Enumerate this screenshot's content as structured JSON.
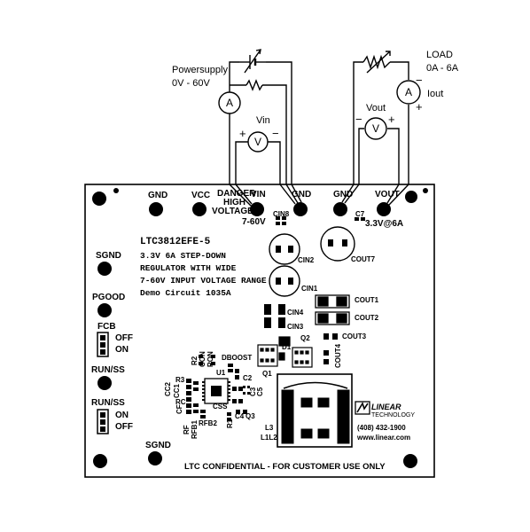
{
  "bench": {
    "powersupply_label": "Powersupply",
    "powersupply_range": "0V  -  60V",
    "load_label": "LOAD",
    "load_range": "0A  -  6A",
    "iout_label": "Iout",
    "vin_label": "Vin",
    "vout_label": "Vout",
    "ammeter_symbol": "A",
    "voltmeter_symbol": "V",
    "plus": "+",
    "minus": "−"
  },
  "board": {
    "terminals": {
      "gnd_top_left": "GND",
      "vcc": "VCC",
      "danger_line1": "DANGER",
      "danger_line2": "HIGH",
      "danger_line3": "VOLTAGE",
      "vin": "VIN",
      "vin_range": "7-60V",
      "gnd_mid": "GND",
      "gnd_right": "GND",
      "vout": "VOUT",
      "vout_rating": "3.3V@6A",
      "sgnd_top": "SGND",
      "pgood": "PGOOD",
      "fcb": "FCB",
      "fcb_off": "OFF",
      "fcb_on": "ON",
      "run_ss_1": "RUN/SS",
      "run_ss_2": "RUN/SS",
      "run_on": "ON",
      "run_off": "OFF",
      "sgnd_bottom": "SGND"
    },
    "title": {
      "part": "LTC3812EFE-5",
      "line1": "3.3V 6A STEP-DOWN",
      "line2": "REGULATOR WITH WIDE",
      "line3": "7-60V INPUT VOLTAGE RANGE",
      "line4": "Demo Circuit 1035A"
    },
    "refdes": {
      "cin8": "CIN8",
      "c7": "C7",
      "cin2": "CIN2",
      "cout7": "COUT7",
      "cin1": "CIN1",
      "cin4": "CIN4",
      "cin3": "CIN3",
      "cout1": "COUT1",
      "cout2": "COUT2",
      "cout3": "COUT3",
      "cout4": "COUT4",
      "q2": "Q2",
      "q1": "Q1",
      "d1": "D1",
      "dboost": "DBOOST",
      "r2": "R2",
      "con": "CON",
      "ron": "RON",
      "u1": "U1",
      "c2": "C2",
      "r3": "R3",
      "cc2": "CC2",
      "cc1": "CC1",
      "rc": "RC",
      "cf": "CF",
      "css": "CSS",
      "c3": "C3",
      "c5": "C5",
      "c4": "C4",
      "q3": "Q3",
      "r1": "R1",
      "rf": "RF",
      "rfb1": "RFB1",
      "rfb2": "RFB2",
      "l3": "L3",
      "l1l2": "L1L2"
    },
    "company": {
      "name_line1": "LINEAR",
      "name_line2": "TECHNOLOGY",
      "phone": "(408) 432-1900",
      "web": "www.linear.com"
    },
    "footer": "LTC CONFIDENTIAL - FOR CUSTOMER USE ONLY"
  },
  "colors": {
    "ink": "#000000",
    "board_fill": "#ffffff",
    "trace_gray": "#555555"
  }
}
